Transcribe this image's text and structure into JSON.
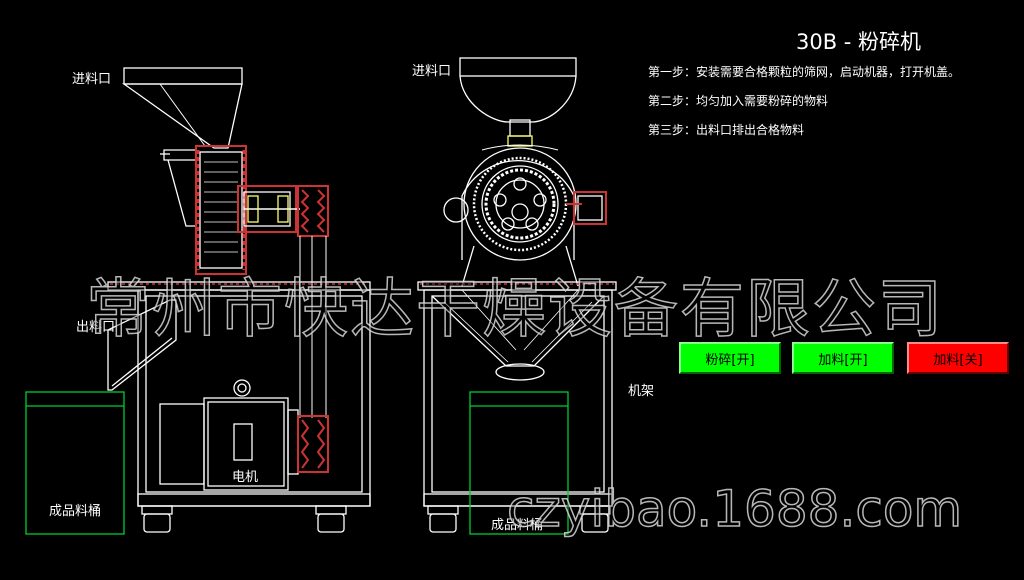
{
  "title": "30B - 粉碎机",
  "steps": [
    "第一步：安装需要合格颗粒的筛网，启动机器，打开机盖。",
    "第二步：均匀加入需要粉碎的物料",
    "第三步：出料口排出合格物料"
  ],
  "labels": {
    "inlet_left": "进料口",
    "inlet_right": "进料口",
    "outlet_left": "出料口",
    "motor": "电机",
    "frame": "机架",
    "bucket_left": "成品料桶",
    "bucket_right": "成品料桶"
  },
  "buttons": [
    {
      "label": "粉碎[开]",
      "color": "#00ff00"
    },
    {
      "label": "加料[开]",
      "color": "#00ff00"
    },
    {
      "label": "加料[关]",
      "color": "#ff0000"
    }
  ],
  "watermarks": {
    "company": "常州市快达干燥设备有限公司",
    "site": "czyibao.1688.com"
  },
  "colors": {
    "line": "#ffffff",
    "gear": "#cc3333",
    "bucket": "#00cc33",
    "accent": "#ffff66"
  }
}
